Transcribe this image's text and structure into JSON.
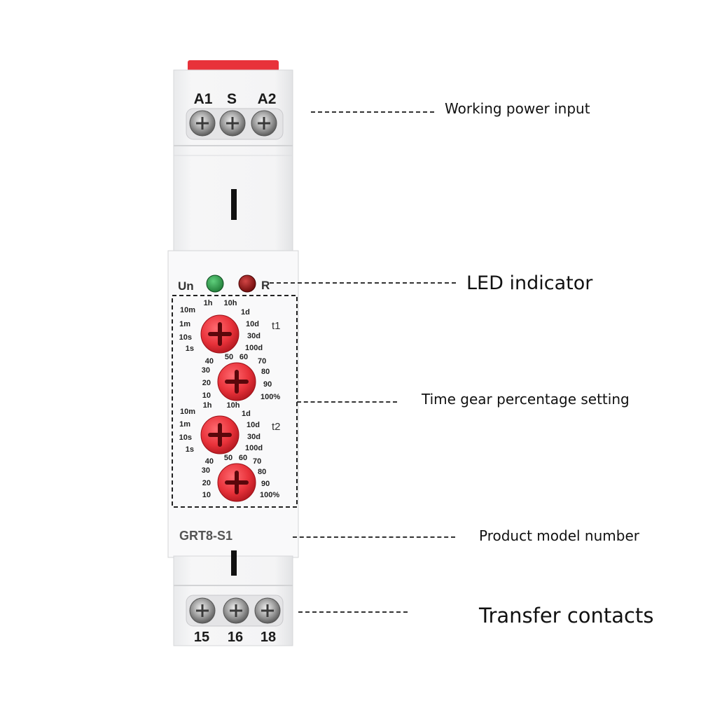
{
  "device": {
    "top_terminals": [
      "A1",
      "S",
      "A2"
    ],
    "bottom_terminals": [
      "15",
      "16",
      "18"
    ],
    "led_labels": {
      "power": "Un",
      "relay": "R"
    },
    "led_colors": {
      "power": "#1f7a36",
      "relay": "#8a0d0d"
    },
    "knob_color": "#e8323a",
    "top_cap_color": "#e8323a",
    "model": "GRT8-S1",
    "t1_label": "t1",
    "t2_label": "t2",
    "range_labels_left": [
      "10m",
      "1m",
      "10s",
      "1s"
    ],
    "range_labels_top": [
      "1h",
      "10h"
    ],
    "range_labels_right": [
      "1d",
      "10d",
      "30d",
      "100d"
    ],
    "pct_labels_left": [
      "40",
      "30",
      "20",
      "10"
    ],
    "pct_labels_top": [
      "50",
      "60",
      "70"
    ],
    "pct_labels_right": [
      "80",
      "90",
      "100%"
    ]
  },
  "callouts": {
    "power_input": "Working power input",
    "led": "LED indicator",
    "time_gear": "Time gear percentage setting",
    "model_number": "Product model number",
    "contacts": "Transfer contacts"
  }
}
